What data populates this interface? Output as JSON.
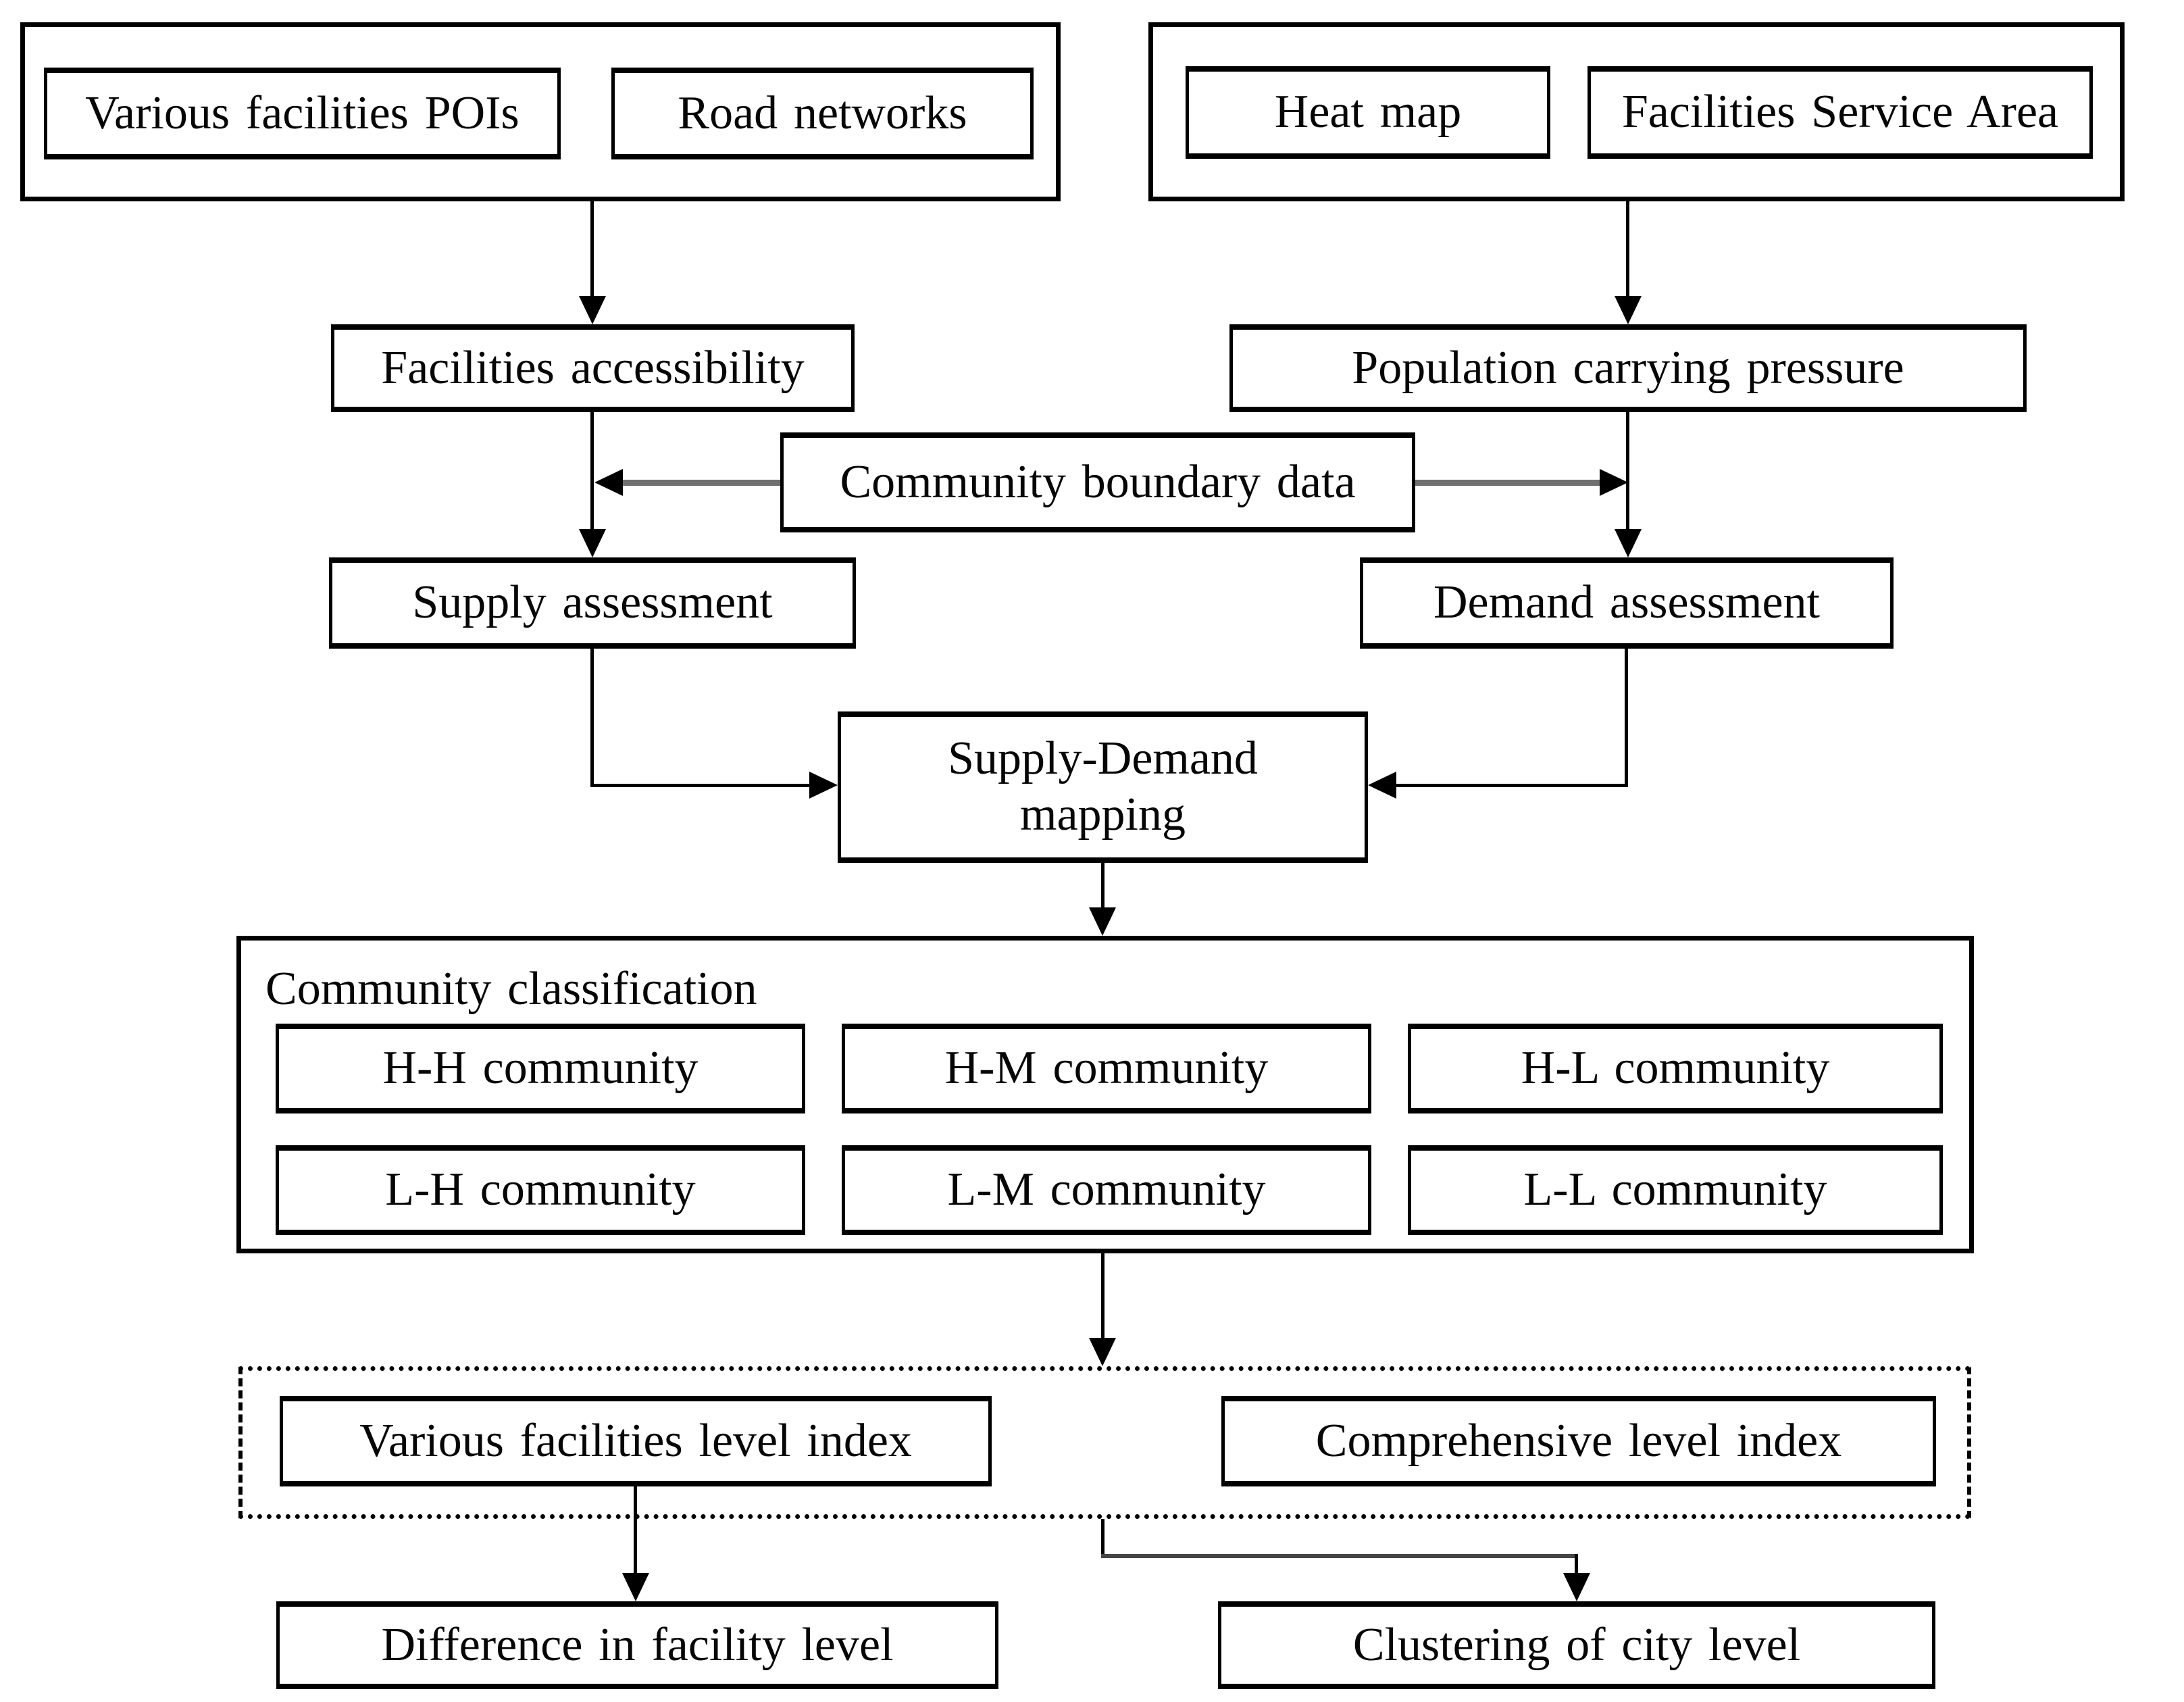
{
  "flowchart": {
    "inputs_left": {
      "various_facilities_pois": "Various facilities POIs",
      "road_networks": "Road networks"
    },
    "inputs_right": {
      "heat_map": "Heat map",
      "facilities_service_area": "Facilities Service Area"
    },
    "facilities_accessibility": "Facilities accessibility",
    "population_carrying_pressure": "Population carrying pressure",
    "community_boundary_data": "Community boundary data",
    "supply_assessment": "Supply assessment",
    "demand_assessment": "Demand assessment",
    "supply_demand_mapping": "Supply-Demand mapping",
    "community_classification": {
      "title": "Community classification",
      "categories": [
        "H-H community",
        "H-M community",
        "H-L community",
        "L-H community",
        "L-M community",
        "L-L community"
      ]
    },
    "level_indices": {
      "various_facilities_level_index": "Various facilities level index",
      "comprehensive_level_index": "Comprehensive level index"
    },
    "outputs": {
      "difference_in_facility_level": "Difference in facility level",
      "clustering_of_city_level": "Clustering of city level"
    }
  },
  "colors": {
    "background": "#ffffff",
    "line_black": "#000000",
    "boundary_connector_gray": "#6f6f6f",
    "clustering_connector_gray": "#454545"
  }
}
